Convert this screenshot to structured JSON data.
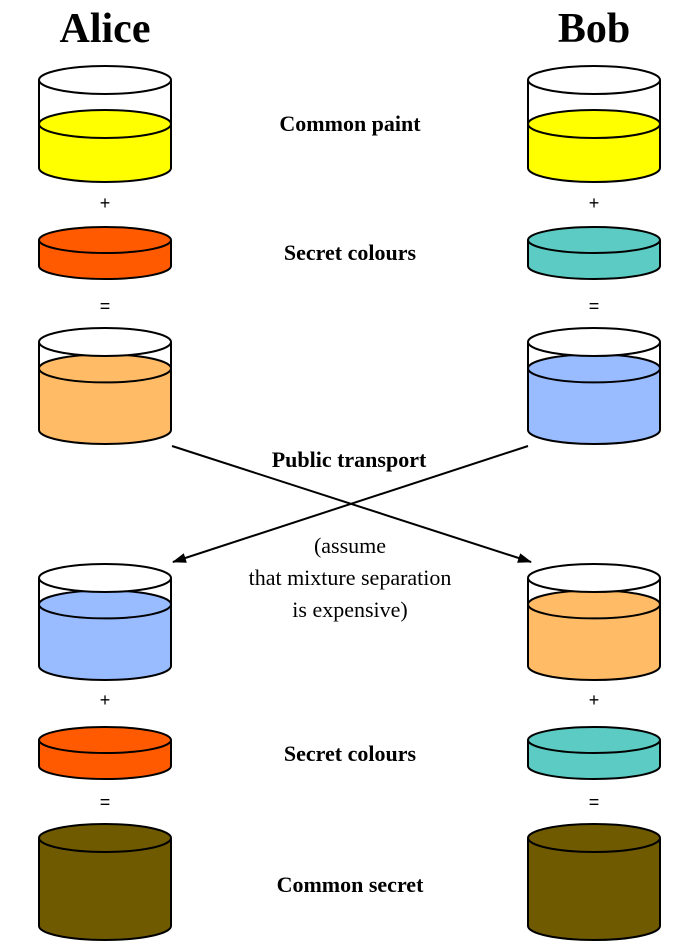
{
  "titles": {
    "alice": "Alice",
    "bob": "Bob"
  },
  "labels": {
    "common_paint": "Common paint",
    "secret_colours_top": "Secret colours",
    "public_transport": "Public transport",
    "note_line1": "(assume",
    "note_line2": "that mixture separation",
    "note_line3": "is expensive)",
    "secret_colours_bottom": "Secret colours",
    "common_secret": "Common secret"
  },
  "operators": {
    "plus": "+",
    "equals": "="
  },
  "colors": {
    "common_paint": "#ffff00",
    "alice_secret": "#ff5a00",
    "bob_secret": "#5ccbc3",
    "alice_mixture": "#ffbb66",
    "bob_mixture": "#99bbff",
    "common_secret": "#705a00",
    "can_empty": "#ffffff",
    "stroke": "#000000"
  },
  "cans": {
    "alice_common": {
      "icon": "paint-can-icon",
      "color_key": "common_paint",
      "fill_level": 0.5
    },
    "bob_common": {
      "icon": "paint-can-icon",
      "color_key": "common_paint",
      "fill_level": 0.5
    },
    "alice_secret": {
      "icon": "paint-disc-icon",
      "color_key": "alice_secret",
      "fill_level": 1.0
    },
    "bob_secret": {
      "icon": "paint-disc-icon",
      "color_key": "bob_secret",
      "fill_level": 1.0
    },
    "alice_mix": {
      "icon": "paint-can-icon",
      "color_key": "alice_mixture",
      "fill_level": 0.7
    },
    "bob_mix": {
      "icon": "paint-can-icon",
      "color_key": "bob_mixture",
      "fill_level": 0.7
    },
    "alice_received": {
      "icon": "paint-can-icon",
      "color_key": "bob_mixture",
      "fill_level": 0.7
    },
    "bob_received": {
      "icon": "paint-can-icon",
      "color_key": "alice_mixture",
      "fill_level": 0.7
    },
    "alice_secret2": {
      "icon": "paint-disc-icon",
      "color_key": "alice_secret",
      "fill_level": 1.0
    },
    "bob_secret2": {
      "icon": "paint-disc-icon",
      "color_key": "bob_secret",
      "fill_level": 1.0
    },
    "alice_final": {
      "icon": "paint-can-icon",
      "color_key": "common_secret",
      "fill_level": 1.0
    },
    "bob_final": {
      "icon": "paint-can-icon",
      "color_key": "common_secret",
      "fill_level": 1.0
    }
  }
}
